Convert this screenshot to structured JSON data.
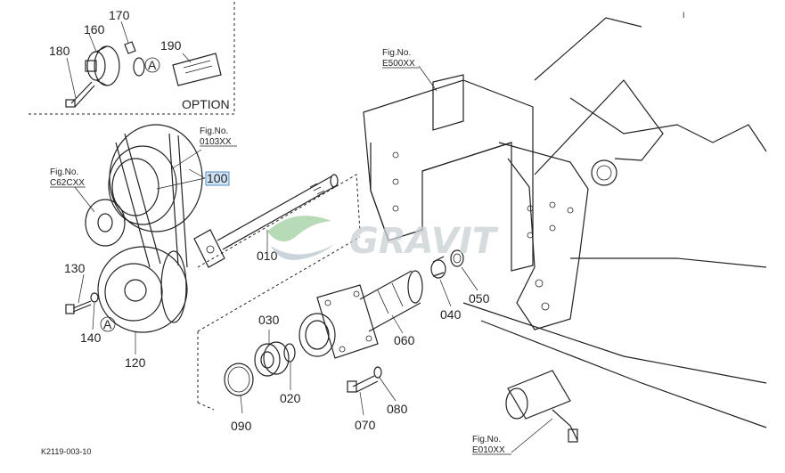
{
  "diagram": {
    "option_box_label": "OPTION",
    "footer_code": "K2119-003-10",
    "corner_mark": "I",
    "watermark_text": "GRAVIT",
    "highlight_color": "#cfe3f6",
    "figure_refs": [
      {
        "line1": "Fig.No.",
        "line2": "0103XX"
      },
      {
        "line1": "Fig.No.",
        "line2": "C62CXX"
      },
      {
        "line1": "Fig.No.",
        "line2": "E500XX"
      },
      {
        "line1": "Fig.No.",
        "line2": "E010XX"
      }
    ],
    "callouts": {
      "p010": "010",
      "p020": "020",
      "p030": "030",
      "p040": "040",
      "p050": "050",
      "p060": "060",
      "p070": "070",
      "p080": "080",
      "p090": "090",
      "p100": "100",
      "p120": "120",
      "p130": "130",
      "p140": "140",
      "p160": "160",
      "p170": "170",
      "p180": "180",
      "p190": "190"
    },
    "assembly_marks": [
      "A",
      "A"
    ]
  }
}
